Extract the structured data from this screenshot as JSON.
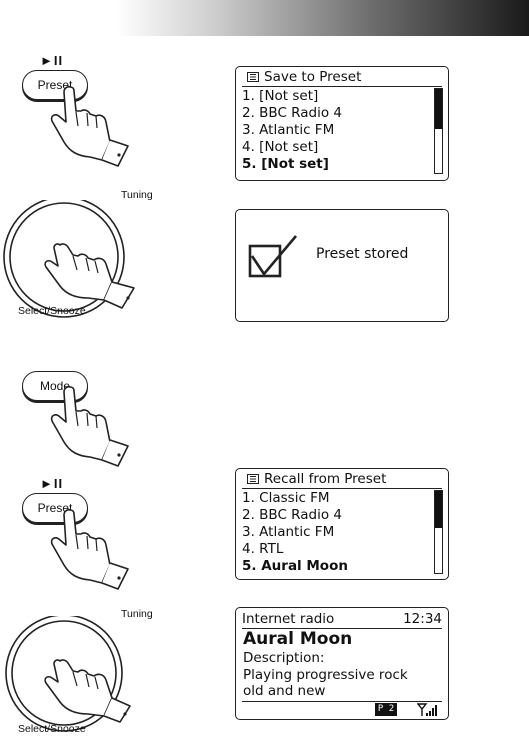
{
  "step1": {
    "play_pause_glyph": "►II",
    "preset_button": "Preset",
    "save_screen": {
      "title": "Save to Preset",
      "items": [
        {
          "label": "1. [Not set]",
          "selected": false
        },
        {
          "label": "2. BBC Radio 4",
          "selected": false
        },
        {
          "label": "3. Atlantic FM",
          "selected": false
        },
        {
          "label": "4. [Not set]",
          "selected": false
        },
        {
          "label": "5. [Not set]",
          "selected": true
        }
      ],
      "scroll_fraction": 0.48
    }
  },
  "step2": {
    "tuning_label": "Tuning",
    "select_label": "Select/Snooze",
    "stored_message": "Preset stored",
    "check_icon": "checkbox-tick-icon"
  },
  "step3": {
    "mode_button": "Mode"
  },
  "step4": {
    "play_pause_glyph": "►II",
    "preset_button": "Preset",
    "recall_screen": {
      "title": "Recall from Preset",
      "items": [
        {
          "label": "1. Classic FM",
          "selected": false
        },
        {
          "label": "2. BBC Radio 4",
          "selected": false
        },
        {
          "label": "3. Atlantic FM",
          "selected": false
        },
        {
          "label": "4. RTL",
          "selected": false
        },
        {
          "label": "5. Aural Moon",
          "selected": true
        }
      ],
      "scroll_fraction": 0.45
    }
  },
  "step5": {
    "tuning_label": "Tuning",
    "select_label": "Select/Snooze",
    "now_playing": {
      "mode": "Internet radio",
      "time": "12:34",
      "station": "Aural Moon",
      "line1": "Description:",
      "line2": "Playing progressive rock",
      "line3": "old and new",
      "preset_badge": "P 2",
      "signal_icon": "signal-strength-icon"
    }
  },
  "colors": {
    "ink": "#111111",
    "paper": "#ffffff",
    "header_dark": "#1a1a1a"
  }
}
